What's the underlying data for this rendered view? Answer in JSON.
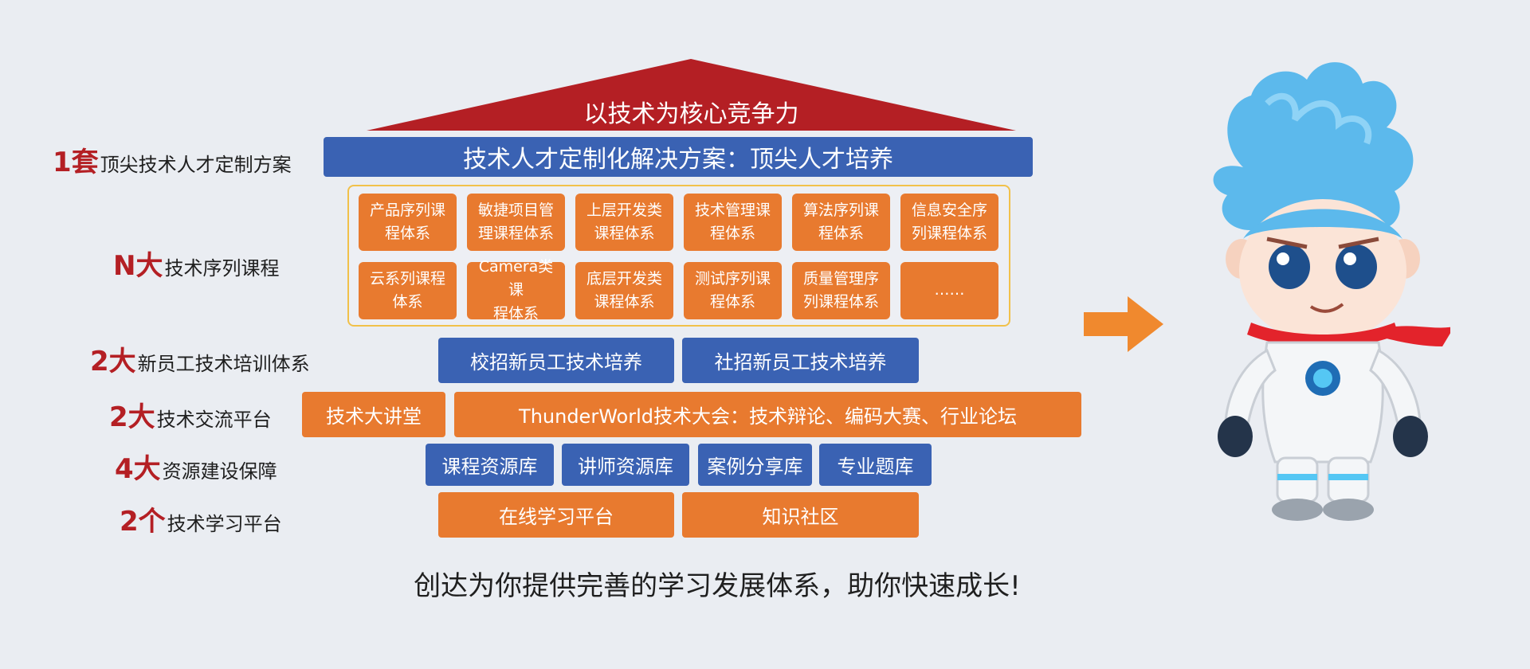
{
  "roof": {
    "text": "以技术为核心竞争力",
    "color": "#b41f24"
  },
  "top_band": {
    "text": "技术人才定制化解决方案：顶尖人才培养",
    "color": "#3a62b3"
  },
  "labels": [
    {
      "num": "1套",
      "text": "顶尖技术人才定制方案"
    },
    {
      "num": "N大",
      "text": "技术序列课程"
    },
    {
      "num": "2大",
      "text": "新员工技术培训体系"
    },
    {
      "num": "2大",
      "text": "技术交流平台"
    },
    {
      "num": "4大",
      "text": "资源建设保障"
    },
    {
      "num": "2个",
      "text": "技术学习平台"
    }
  ],
  "courses": [
    "产品序列课\n程体系",
    "敏捷项目管\n理课程体系",
    "上层开发类\n课程体系",
    "技术管理课\n程体系",
    "算法序列课\n程体系",
    "信息安全序\n列课程体系",
    "云系列课程\n体系",
    "Camera类课\n程体系",
    "底层开发类\n课程体系",
    "测试序列课\n程体系",
    "质量管理序\n列课程体系",
    "……"
  ],
  "new_staff": [
    "校招新员工技术培养",
    "社招新员工技术培养"
  ],
  "exchange": [
    "技术大讲堂",
    "ThunderWorld技术大会：技术辩论、编码大赛、行业论坛"
  ],
  "resources": [
    "课程资源库",
    "讲师资源库",
    "案例分享库",
    "专业题库"
  ],
  "platforms": [
    "在线学习平台",
    "知识社区"
  ],
  "slogan": "创达为你提供完善的学习发展体系，助你快速成长!",
  "colors": {
    "orange": "#e87a2f",
    "blue": "#3a62b3",
    "red": "#b41f24",
    "frame": "#f1c14a"
  }
}
